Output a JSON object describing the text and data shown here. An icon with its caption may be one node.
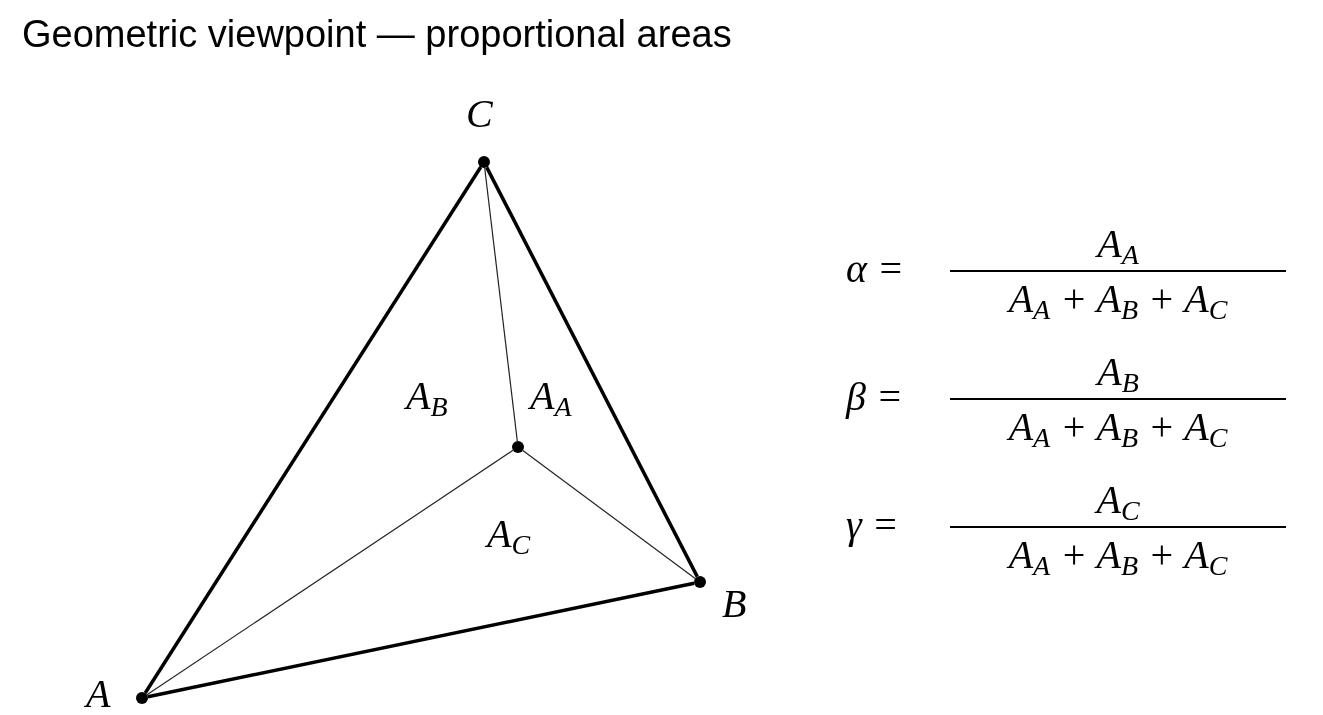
{
  "diagram": {
    "title": "Geometric viewpoint — proportional areas",
    "nodes": [
      {
        "text": [],
        "shape": "circle",
        "beside": [
          "C"
        ]
      },
      {
        "text": [],
        "shape": "circle",
        "beside": [
          "B"
        ]
      },
      {
        "text": [],
        "shape": "circle",
        "beside": [
          "A"
        ]
      },
      {
        "text": [],
        "shape": "circle"
      }
    ],
    "edges": [
      {
        "from": 2,
        "to": 0,
        "arrow": "none",
        "style": "thick"
      },
      {
        "from": 0,
        "to": 1,
        "arrow": "none",
        "style": "thick"
      },
      {
        "from": 2,
        "to": 1,
        "arrow": "none",
        "style": "thick"
      },
      {
        "from": 3,
        "to": 0,
        "arrow": "none"
      },
      {
        "from": 3,
        "to": 2,
        "arrow": "none"
      },
      {
        "from": 3,
        "to": 1,
        "arrow": "none"
      }
    ],
    "labels": [
      "A$_{B}$",
      "A$_{A}$",
      "A$_{C}$",
      "A$_{A}$",
      "α =",
      "A$_{A}$ + A$_{B}$ + A$_{C}$",
      "A$_{B}$",
      "β =",
      "A$_{A}$ + A$_{B}$ + A$_{C}$",
      "A$_{C}$",
      "γ =",
      "A$_{A}$ + A$_{B}$ + A$_{C}$"
    ]
  }
}
